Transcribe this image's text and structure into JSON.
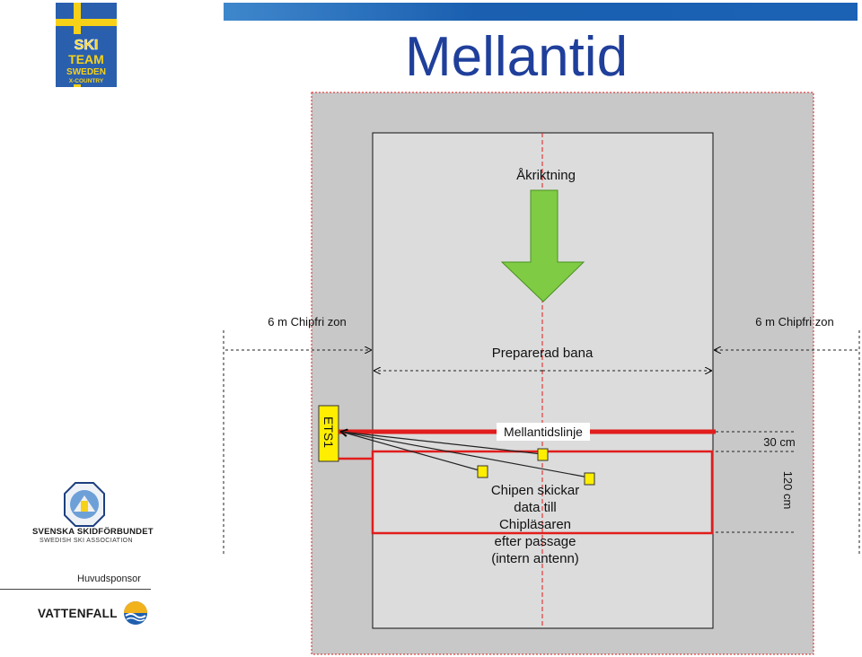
{
  "page": {
    "title": "Mellantid"
  },
  "logos": {
    "ski_team": {
      "lines": [
        "SKI",
        "TEAM",
        "SWEDEN",
        "X-COUNTRY"
      ]
    },
    "association": {
      "name": "SVENSKA SKIDFÖRBUNDET",
      "subtitle": "SWEDISH SKI ASSOCIATION"
    },
    "sponsor": {
      "label": "Huvudsponsor",
      "name": "VATTENFALL"
    }
  },
  "diagram": {
    "direction_label": "Åkriktning",
    "left_zone_label": "6 m Chipfri zon",
    "right_zone_label": "6 m Chipfri zon",
    "track_label": "Preparerad bana",
    "line_label": "Mellantidslinje",
    "device_label": "ETS1",
    "dim_30": "30 cm",
    "dim_120": "120 cm",
    "chip_text": [
      "Chipen skickar",
      "data till",
      "Chipläsaren",
      "efter passage",
      "(intern antenn)"
    ],
    "colors": {
      "outer_zone": "#c8c8c8",
      "track": "#dcdcdc",
      "red_line": "#e11d1d",
      "arrow_green": "#7fcc44",
      "device_yellow": "#ffee00",
      "title_blue": "#1f3f9b"
    }
  }
}
